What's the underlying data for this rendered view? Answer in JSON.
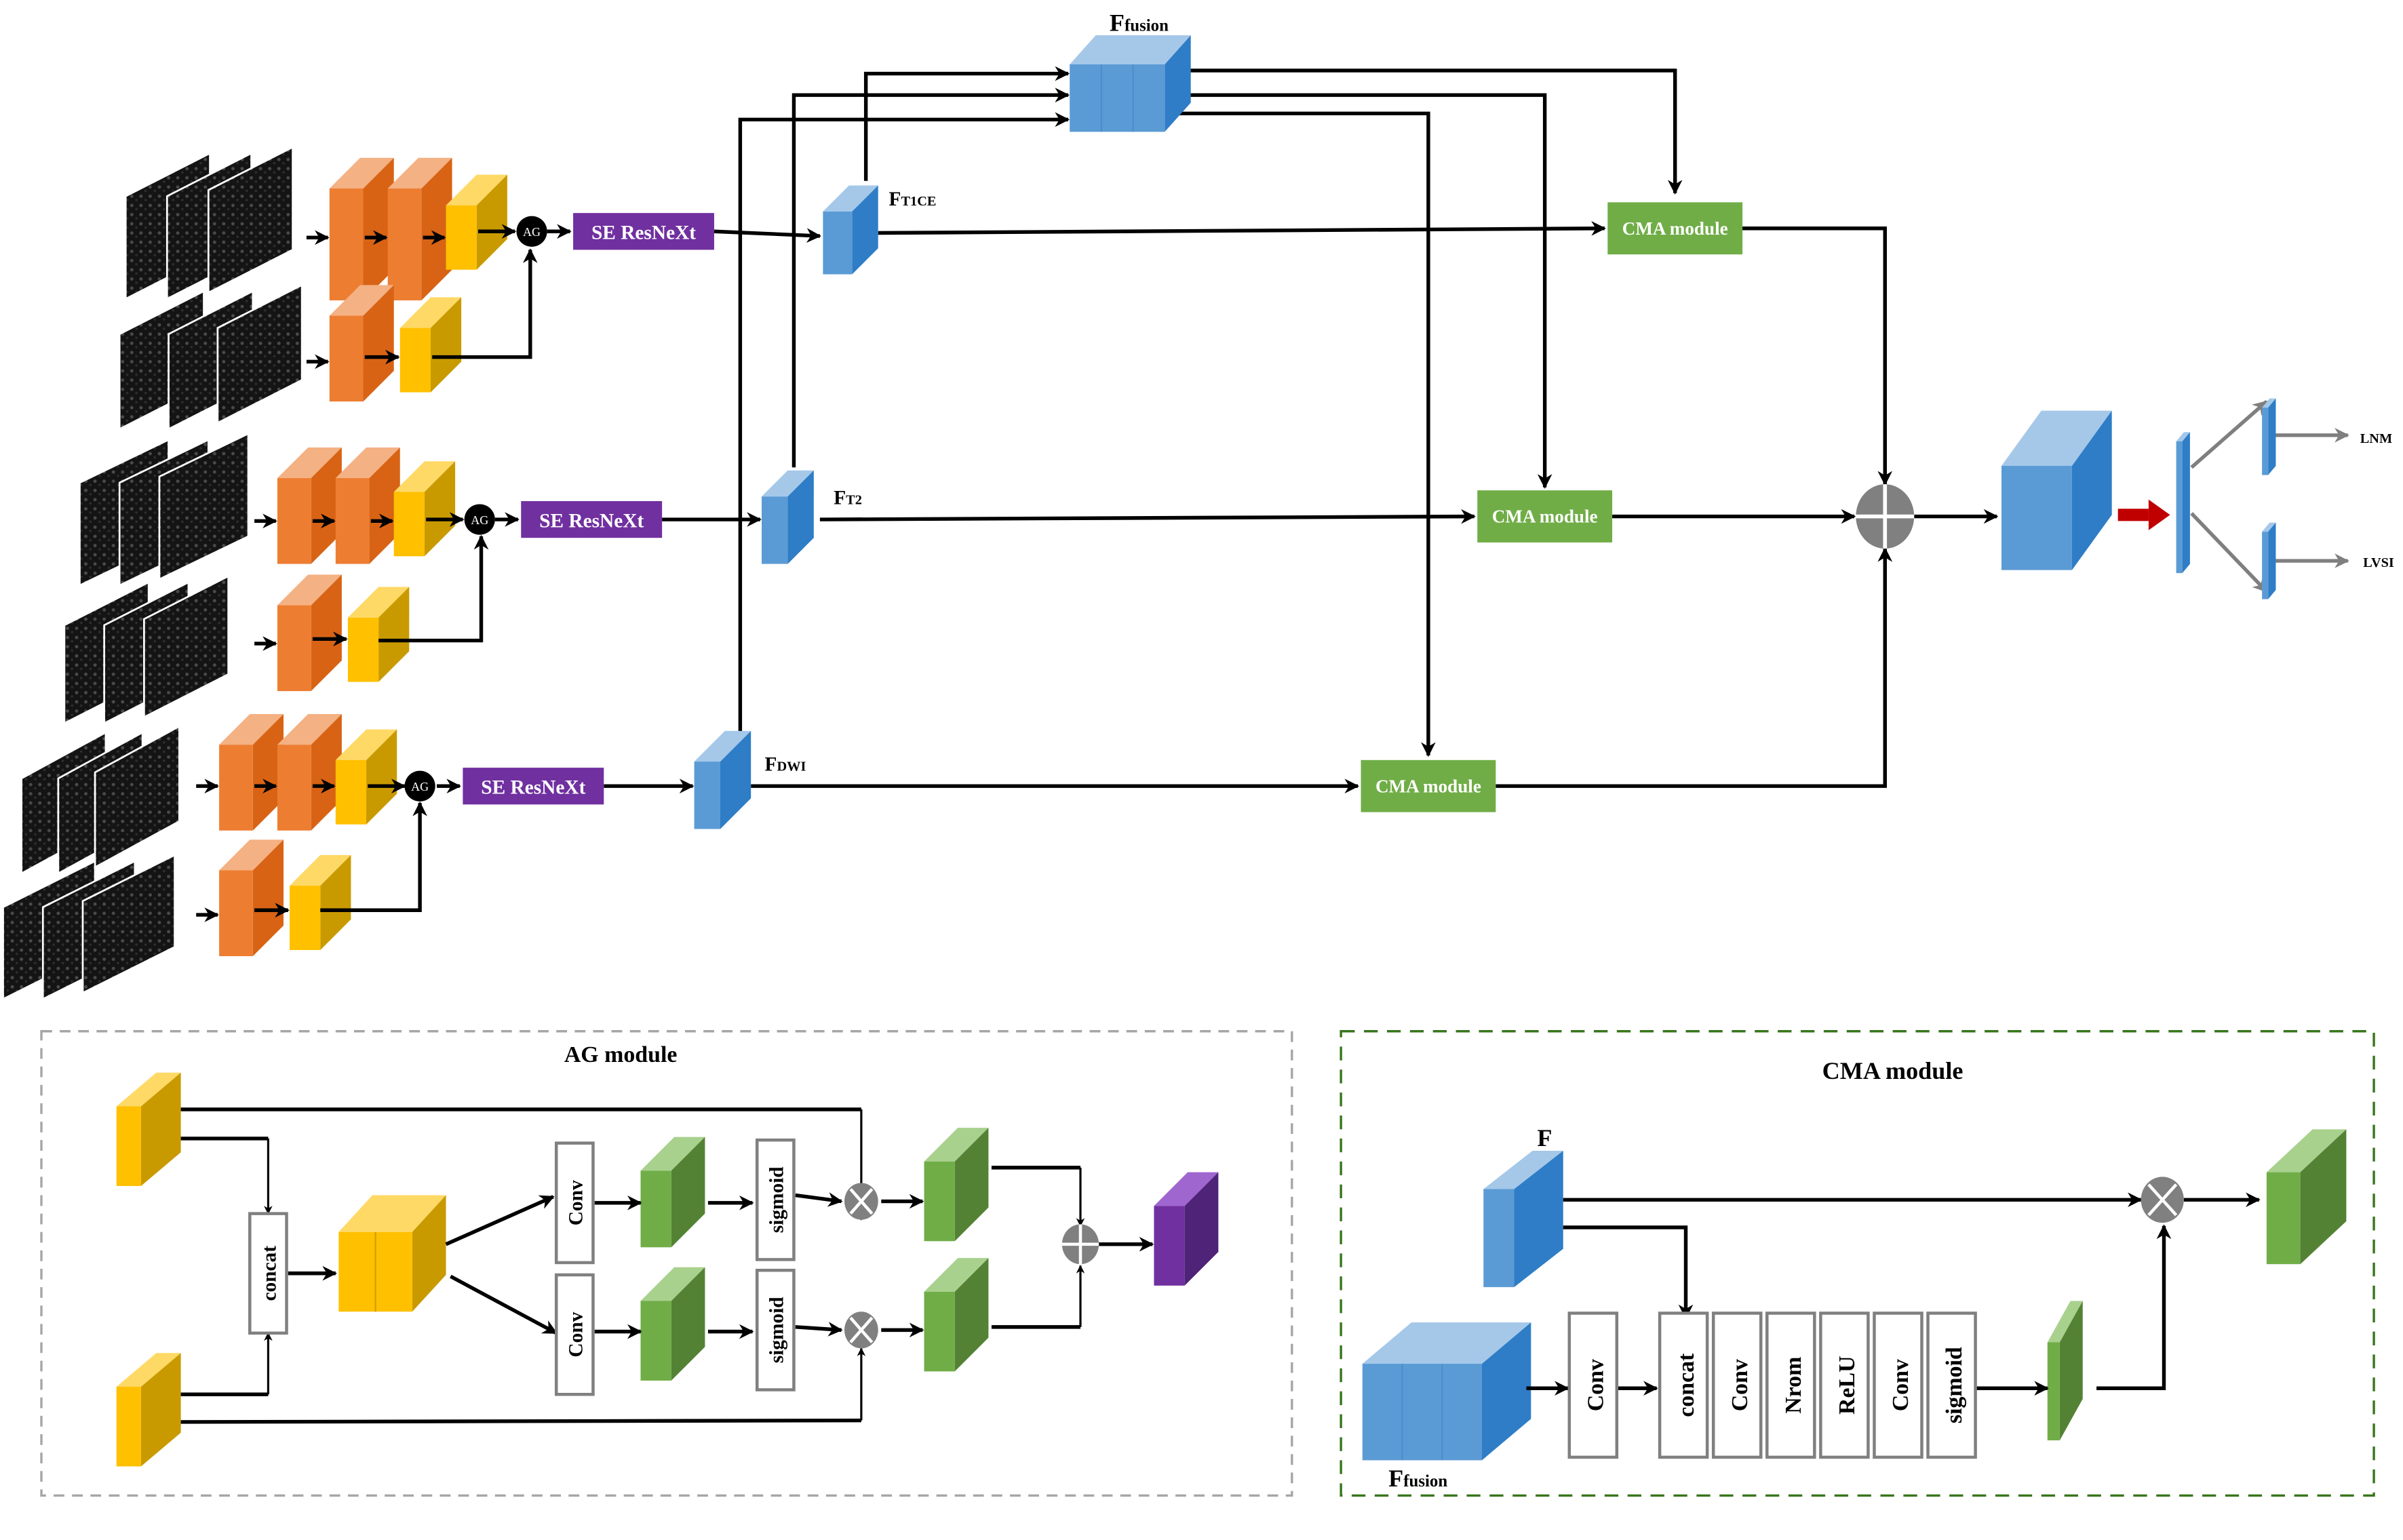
{
  "title": "Multi-modal MRI network with AG and CMA modules",
  "colors": {
    "orange_front": "#ed7d31",
    "orange_top": "#f4b183",
    "orange_side": "#d86315",
    "yellow_front": "#ffc000",
    "yellow_top": "#ffd966",
    "yellow_side": "#c99a00",
    "blue_front": "#5b9bd5",
    "blue_top": "#a5c8e9",
    "blue_side": "#2e7dc6",
    "green_front": "#70ad47",
    "green_top": "#a9d18e",
    "green_side": "#548235",
    "purple_front": "#7030a0",
    "purple_top": "#a066d0",
    "purple_side": "#4f2377",
    "op_gray": "#808080",
    "red_arrow": "#c00000",
    "ag_border": "#a6a6a6",
    "cma_border": "#38761d"
  },
  "branches": [
    {
      "name": "T1CE",
      "ag_label": "AG",
      "se_label": "SE ResNeXt",
      "feature_main": "F",
      "feature_sub": "T1CE",
      "cma_label": "CMA module"
    },
    {
      "name": "T2",
      "ag_label": "AG",
      "se_label": "SE ResNeXt",
      "feature_main": "F",
      "feature_sub": "T2",
      "cma_label": "CMA module"
    },
    {
      "name": "DWI",
      "ag_label": "AG",
      "se_label": "SE ResNeXt",
      "feature_main": "F",
      "feature_sub": "DWI",
      "cma_label": "CMA module"
    }
  ],
  "fusion": {
    "main": "F",
    "sub": "fusion"
  },
  "outputs": [
    {
      "label": "LNM"
    },
    {
      "label": "LVSI"
    }
  ],
  "ag_module": {
    "title": "AG module",
    "concat_label": "concat",
    "conv_label": "Conv",
    "sigmoid_label": "sigmoid"
  },
  "cma_module": {
    "title": "CMA module",
    "input_f_label": "F",
    "fusion_main": "F",
    "fusion_sub": "fusion",
    "ops": [
      "Conv",
      "concat",
      "Conv",
      "Nrom",
      "ReLU",
      "Conv",
      "sigmoid"
    ]
  }
}
